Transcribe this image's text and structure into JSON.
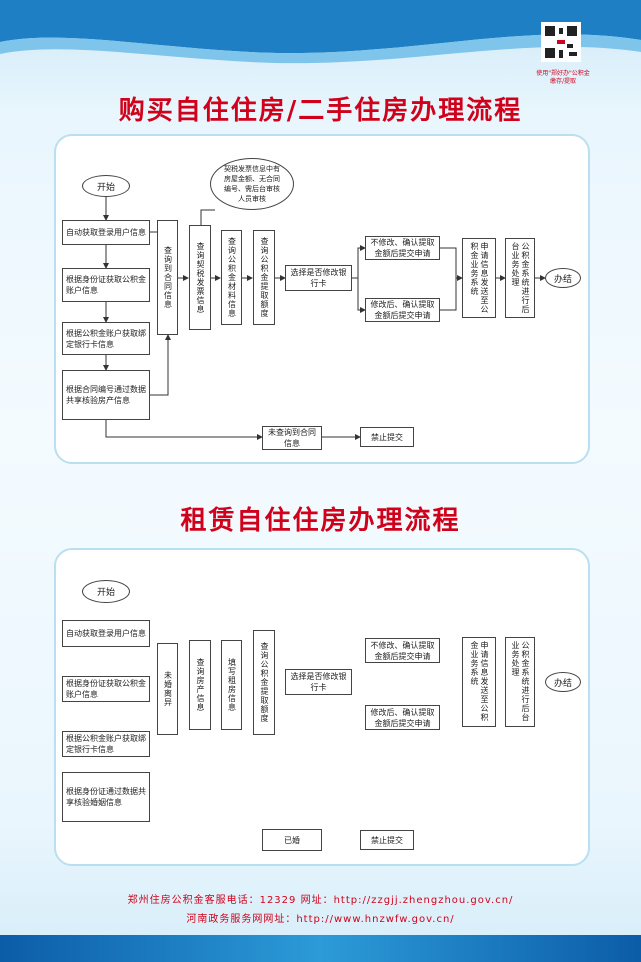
{
  "qr_caption": "使用\"郑好办\"公积金缴存/提取",
  "section1": {
    "title": "购买自住住房/二手住房办理流程",
    "start": "开始",
    "steps": [
      "自动获取登录用户信息",
      "根据身份证获取公积金账户信息",
      "根据公积金账户获取绑定银行卡信息",
      "根据合同编号通过数据共享核验房产信息"
    ],
    "query_contract": "查询到合同信息",
    "query_invoice": "查询契税发票信息",
    "query_materials": "查询公积金材料信息",
    "query_amount": "查询公积金提取额度",
    "note": "契税发票信息中有房屋金额、无合同编号、需后台审核人员审核",
    "choose_card": "选择是否修改银行卡",
    "no_modify": "不修改、确认提取金额后提交申请",
    "modify": "修改后、确认提取金额后提交申请",
    "submit": "申请信息发送至公积金业务系统",
    "process": "公积金系统进行后台业务处理",
    "end": "办结",
    "not_found": "未查询到合同信息",
    "forbid": "禁止提交"
  },
  "section2": {
    "title": "租赁自住住房办理流程",
    "start": "开始",
    "steps": [
      "自动获取登录用户信息",
      "根据身份证获取公积金账户信息",
      "根据公积金账户获取绑定银行卡信息",
      "根据身份证通过数据共享核验婚姻信息"
    ],
    "unmarried": "未婚离异",
    "query_house": "查询房产信息",
    "fill_rent": "填写租房信息",
    "query_amount": "查询公积金提取额度",
    "choose_card": "选择是否修改银行卡",
    "no_modify": "不修改、确认提取金额后提交申请",
    "modify": "修改后、确认提取金额后提交申请",
    "submit": "申请信息发送至公积金业务系统",
    "process": "公积金系统进行后台业务处理",
    "end": "办结",
    "married": "已婚",
    "forbid": "禁止提交"
  },
  "footer": {
    "hotline": "郑州住房公积金客服电话：12329        网址：http://zzgjj.zhengzhou.gov.cn/",
    "portal": "河南政务服务网网址：http://www.hnzwfw.gov.cn/"
  }
}
